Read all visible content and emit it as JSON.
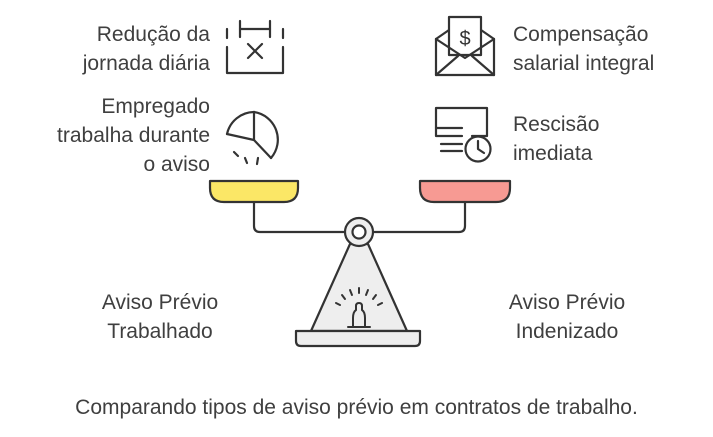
{
  "left_side": {
    "title_lines": [
      "Aviso Prévio",
      "Trabalhado"
    ],
    "features": [
      {
        "lines": [
          "Redução da",
          "jornada diária"
        ],
        "icon": "calendar-x-icon"
      },
      {
        "lines": [
          "Empregado",
          "trabalha durante",
          "o aviso"
        ],
        "icon": "timer-icon"
      }
    ],
    "pan_color": "#fbe766"
  },
  "right_side": {
    "title_lines": [
      "Aviso Prévio",
      "Indenizado"
    ],
    "features": [
      {
        "lines": [
          "Compensação",
          "salarial integral"
        ],
        "icon": "envelope-dollar-icon"
      },
      {
        "lines": [
          "Rescisão",
          "imediata"
        ],
        "icon": "monitor-clock-icon"
      }
    ],
    "pan_color": "#f79a93"
  },
  "caption": "Comparando tipos de aviso prévio em contratos de trabalho.",
  "colors": {
    "stroke": "#333333",
    "base_fill": "#eeeeee"
  }
}
